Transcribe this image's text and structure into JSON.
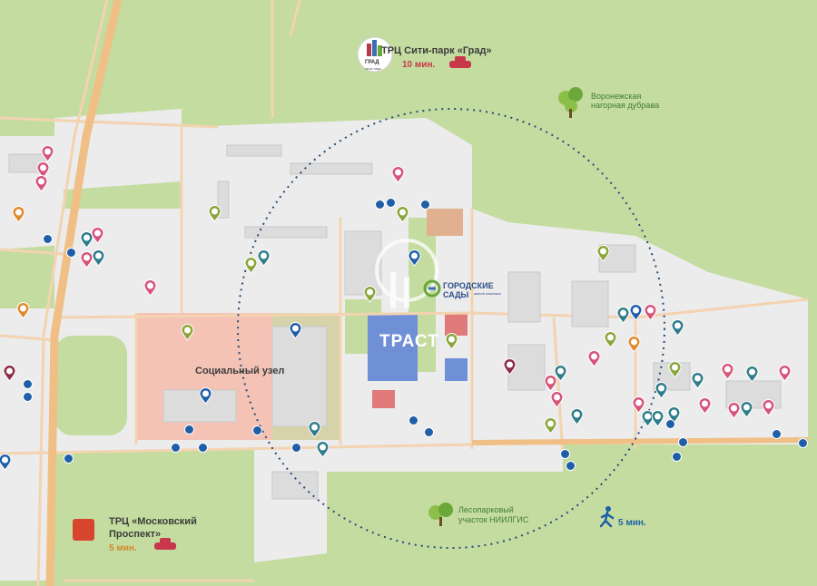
{
  "map": {
    "poi": {
      "grad_mall": {
        "title": "ТРЦ Сити-парк «Град»",
        "time": "10 мин.",
        "logo_text": "ГРАД",
        "logo_sub": "сити-парк"
      },
      "oak_forest": {
        "line1": "Воронежская",
        "line2": "нагорная дубрава"
      },
      "social_hub": {
        "title": "Социальный узел"
      },
      "complex": {
        "line1": "ГОРОДСКИЕ",
        "line2": "САДЫ",
        "sub": "жилой комплекс"
      },
      "watermark": {
        "text": "ТРАСТ"
      },
      "moscow_mall": {
        "line1": "ТРЦ «Московский",
        "line2": "Проспект»",
        "time": "5 мин."
      },
      "forest_park": {
        "line1": "Лесопарковый",
        "line2": "участок НИИЛГИС"
      },
      "walk": {
        "time": "5 мин."
      }
    },
    "colors": {
      "background": "#d9dcc9",
      "park": "#c4dc9f",
      "urban": "#ececec",
      "road": "#f3d3b0",
      "highway": "#f0bf86",
      "social_zone": "#f4c3b5",
      "pin_pink": "#d6537a",
      "pin_teal": "#2f7c8a",
      "pin_olive": "#8aa63a",
      "pin_blue": "#1f5fa8",
      "pin_orange": "#e08a2e",
      "pin_maroon": "#8b2c47",
      "bus_stop": "#1f5fa8",
      "radius_circle": "#264b78"
    },
    "radius_label": "walking radius 5 min",
    "icons": {
      "car": "car-icon",
      "walker": "walking-person-icon",
      "tree": "tree-icon",
      "bus": "bus-stop-icon",
      "pin": "map-pin-icon"
    }
  }
}
